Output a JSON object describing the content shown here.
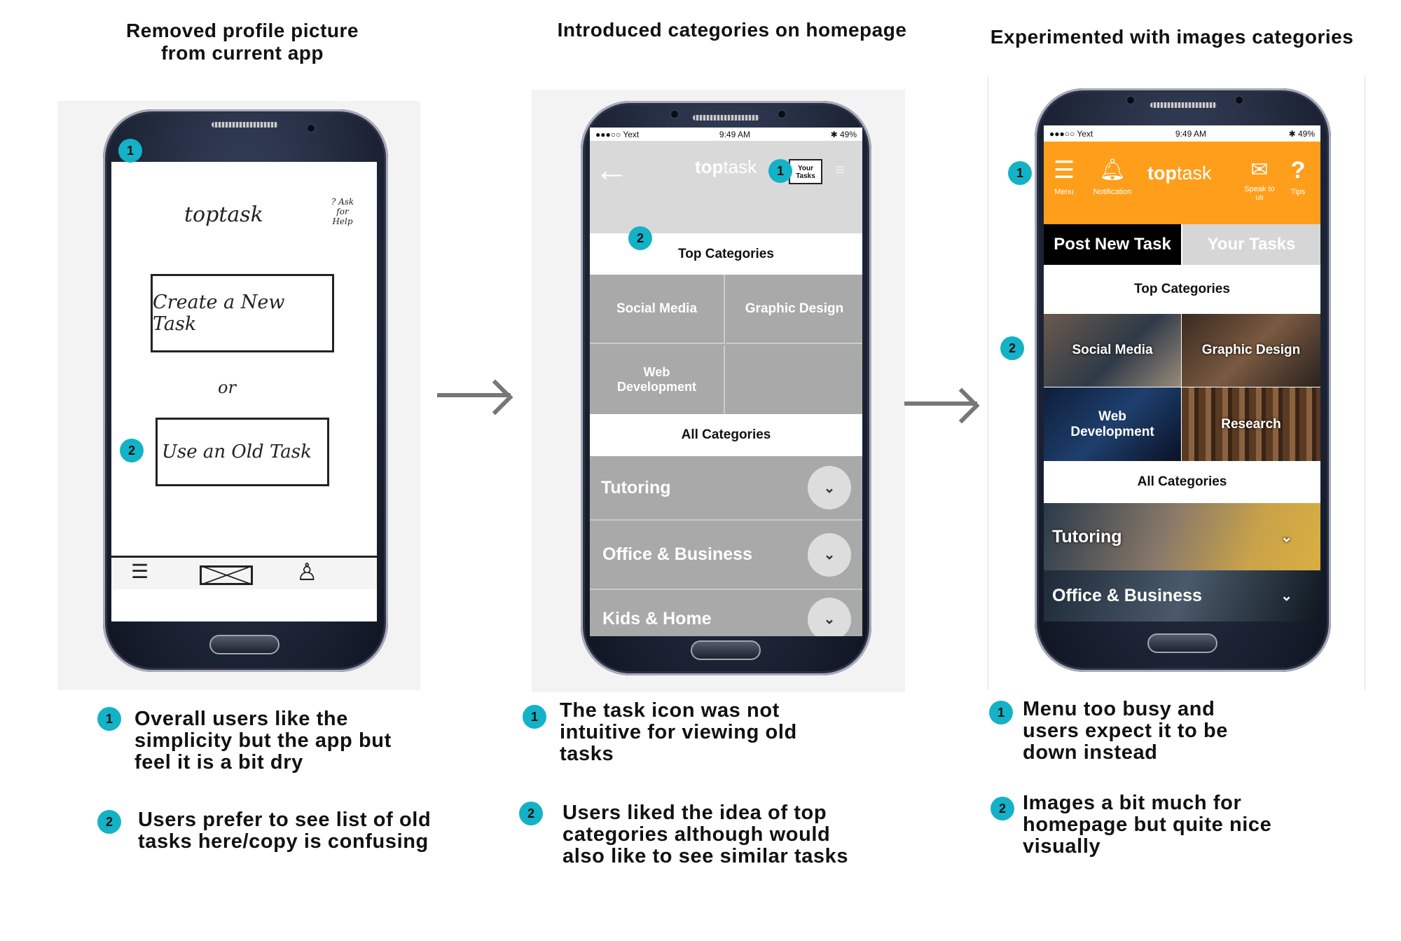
{
  "headings": {
    "col1": "Removed profile picture\nfrom current app",
    "col2": "Introduced categories on homepage",
    "col3": "Experimented with images categories"
  },
  "sketch": {
    "logo": "toptask",
    "help": "? Ask for Help",
    "create": "Create a New Task",
    "or": "or",
    "use_old": "Use an Old Task"
  },
  "status_bar": {
    "carrier": "●●●○○ Yext",
    "time": "9:49 AM",
    "battery": "✱ 49%"
  },
  "v2": {
    "logo_bold": "top",
    "logo_light": "task",
    "your_tasks": "Your Tasks",
    "top_categories": "Top Categories",
    "categories": [
      "Social Media",
      "Graphic Design",
      "Web Development",
      ""
    ],
    "all_categories": "All Categories",
    "list": [
      "Tutoring",
      "Office & Business",
      "Kids & Home"
    ]
  },
  "v3": {
    "logo_bold": "top",
    "logo_light": "task",
    "menu": "Menu",
    "notification": "Notification",
    "speak": "Speak to us",
    "tips": "Tips",
    "tab_post": "Post New Task",
    "tab_your": "Your Tasks",
    "top_categories": "Top Categories",
    "categories": [
      "Social Media",
      "Graphic Design",
      "Web Development",
      "Research"
    ],
    "all_categories": "All Categories",
    "list": [
      "Tutoring",
      "Office & Business"
    ],
    "accent": "#ff9e1b"
  },
  "badges": [
    "1",
    "2"
  ],
  "notes": {
    "col1": [
      "Overall users like the simplicity but the app but feel it is a bit dry",
      "Users prefer to see list of old tasks here/copy is confusing"
    ],
    "col2": [
      "The task icon was not intuitive for viewing old tasks",
      "Users liked the idea of top categories although would also like to see similar tasks"
    ],
    "col3": [
      "Menu too busy and users expect it to be down instead",
      "Images a bit much for homepage but quite nice visually"
    ]
  }
}
